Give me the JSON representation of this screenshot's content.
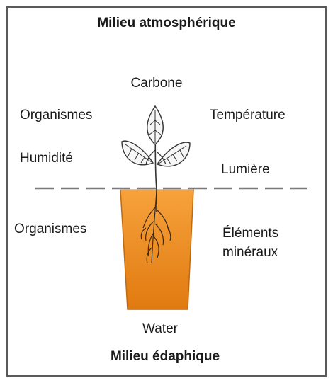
{
  "diagram": {
    "top_title": "Milieu atmosphérique",
    "bottom_title": "Milieu édaphique",
    "labels": {
      "carbone": "Carbone",
      "organismes_air": "Organismes",
      "temperature": "Température",
      "humidite": "Humidité",
      "lumiere": "Lumière",
      "organismes_sol": "Organismes",
      "elements_line1": "Éléments",
      "elements_line2": "minéraux",
      "water": "Water"
    },
    "colors": {
      "soil_top": "#f7a23c",
      "soil_bottom": "#e07a10",
      "frame": "#5a5a5a",
      "ground_line": "#7a7a7a"
    }
  }
}
